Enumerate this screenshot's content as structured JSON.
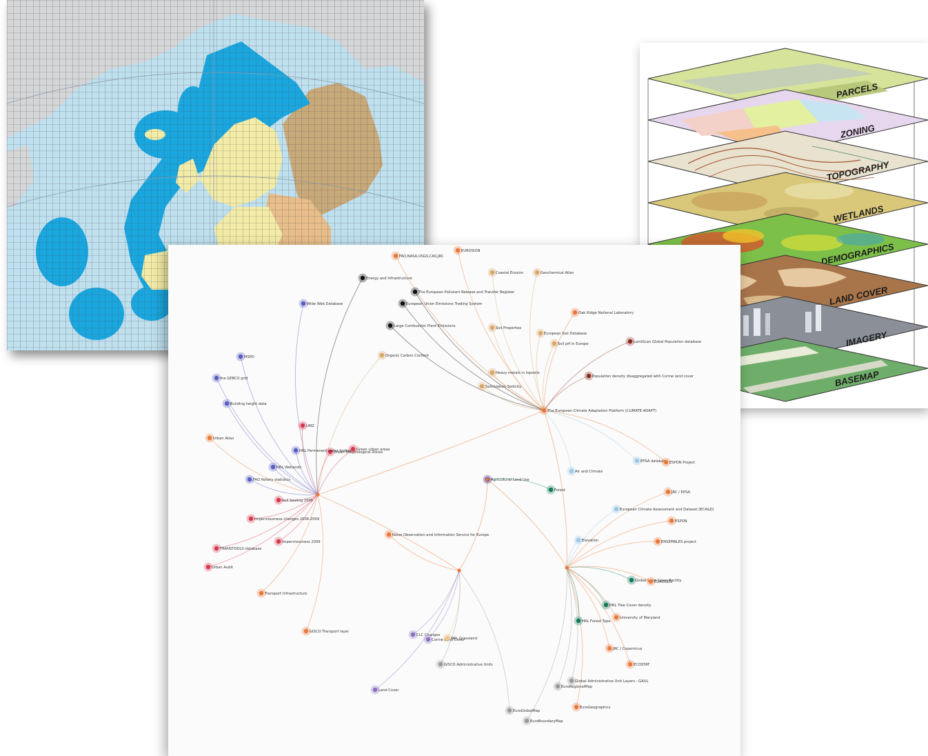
{
  "layers": {
    "items": [
      {
        "label": "PARCELS",
        "color": "#d6e39a"
      },
      {
        "label": "ZONING",
        "color": "#e7d7ee"
      },
      {
        "label": "TOPOGRAPHY",
        "color": "#e9e2cf"
      },
      {
        "label": "WETLANDS",
        "color": "#d9c77a"
      },
      {
        "label": "DEMOGRAPHICS",
        "color": "#7cc04a"
      },
      {
        "label": "LAND COVER",
        "color": "#a8744a"
      },
      {
        "label": "IMAGERY",
        "color": "#8b8f98"
      },
      {
        "label": "BASEMAP",
        "color": "#6fae6a"
      }
    ]
  },
  "network": {
    "nodes": [
      {
        "label": "EUROSION",
        "color": "#e8793a"
      },
      {
        "label": "FAO,NASA,USGS,CAS,JRC",
        "color": "#e8793a"
      },
      {
        "label": "Energy and Infrastructure",
        "color": "#111111"
      },
      {
        "label": "The European Pollutant Release and Transfer Register",
        "color": "#111111"
      },
      {
        "label": "Coastal Erosion",
        "color": "#d9a66a"
      },
      {
        "label": "Geochemical Atlas",
        "color": "#d9a66a"
      },
      {
        "label": "European Union Emissions Trading System",
        "color": "#111111"
      },
      {
        "label": "Large Combustion Plant Emissions",
        "color": "#111111"
      },
      {
        "label": "Soil Properties",
        "color": "#d9a66a"
      },
      {
        "label": "European Soil Database",
        "color": "#d9a66a"
      },
      {
        "label": "Soil pH in Europe",
        "color": "#d9a66a"
      },
      {
        "label": "Organic Carbon Content",
        "color": "#d9a66a"
      },
      {
        "label": "Heavy metals in topsoils",
        "color": "#d9a66a"
      },
      {
        "label": "Salinization Sodicity",
        "color": "#d9a66a"
      },
      {
        "label": "Oak Ridge National Laboratory",
        "color": "#e8793a"
      },
      {
        "label": "LandScan Global Population database",
        "color": "#8b2a1e"
      },
      {
        "label": "Population density disaggregated with Corine land cover",
        "color": "#8b2a1e"
      },
      {
        "label": "The European Climate Adaptation Platform (CLIMATE-ADAPT)",
        "color": "#e8793a"
      },
      {
        "label": "Urban Atlas",
        "color": "#e8793a"
      },
      {
        "label": "Wide Web Database",
        "color": "#5a5ec0"
      },
      {
        "label": "MSPD",
        "color": "#5a5ec0"
      },
      {
        "label": "the GEBCO grid",
        "color": "#5a5ec0"
      },
      {
        "label": "Building height data",
        "color": "#5a5ec0"
      },
      {
        "label": "UMZ",
        "color": "#d8384f"
      },
      {
        "label": "Urban Morphological Zones",
        "color": "#d8384f"
      },
      {
        "label": "Green urban areas",
        "color": "#d8384f"
      },
      {
        "label": "HRL Permanent water bodies",
        "color": "#5a5ec0"
      },
      {
        "label": "HRL Wetlands",
        "color": "#5a5ec0"
      },
      {
        "label": "FAO fishery statistics",
        "color": "#5a5ec0"
      },
      {
        "label": "Soil Sealing 2006",
        "color": "#d8384f"
      },
      {
        "label": "Imperviousness changes 2006-2009",
        "color": "#d8384f"
      },
      {
        "label": "Imperviousness 2009",
        "color": "#d8384f"
      },
      {
        "label": "TRANSTOOLS database",
        "color": "#d8384f"
      },
      {
        "label": "Urban Audit",
        "color": "#d8384f"
      },
      {
        "label": "Transport Infrastructure",
        "color": "#e8793a"
      },
      {
        "label": "GISCO Transport layer",
        "color": "#e8793a"
      },
      {
        "label": "Agricultural Land Use",
        "color": "#3a1a7a"
      },
      {
        "label": "Noise Observation and Information Service for Europe",
        "color": "#e8793a"
      },
      {
        "label": "CLC Changes",
        "color": "#8b6fc0"
      },
      {
        "label": "Corine Land Cover",
        "color": "#8b6fc0"
      },
      {
        "label": "HRL Grassland",
        "color": "#f0c48a"
      },
      {
        "label": "Land Cover",
        "color": "#8b6fc0"
      },
      {
        "label": "GISCO Administrative Units",
        "color": "#999999"
      },
      {
        "label": "Global Administrative Unit Layers - GAUL",
        "color": "#999999"
      },
      {
        "label": "EuroRegionalMap",
        "color": "#999999"
      },
      {
        "label": "EuroBoundaryMap",
        "color": "#999999"
      },
      {
        "label": "EuroGlobalMap",
        "color": "#999999"
      },
      {
        "label": "EuroGeographics",
        "color": "#e8793a"
      },
      {
        "label": "Forest",
        "color": "#0f7a5e"
      },
      {
        "label": "HRL Forest Type",
        "color": "#0f7a5e"
      },
      {
        "label": "HRL Tree Cover density",
        "color": "#0f7a5e"
      },
      {
        "label": "University of Maryland",
        "color": "#e8793a"
      },
      {
        "label": "JRC / Copernicus",
        "color": "#e8793a"
      },
      {
        "label": "Air and Climate",
        "color": "#9cc8e8"
      },
      {
        "label": "EPSA database",
        "color": "#9cc8e8"
      },
      {
        "label": "ESPON Project",
        "color": "#e8793a"
      },
      {
        "label": "European Climate Assessment and Dataset (ECA&D)",
        "color": "#9cc8e8"
      },
      {
        "label": "ENSEMBLES project",
        "color": "#e8793a"
      },
      {
        "label": "ESPON",
        "color": "#e8793a"
      },
      {
        "label": "JRC / EPSA",
        "color": "#e8793a"
      },
      {
        "label": "Elevation",
        "color": "#9cc8e8"
      },
      {
        "label": "Global Land Cover Facility",
        "color": "#0f7a5e"
      },
      {
        "label": "EUROGEN",
        "color": "#e8793a"
      },
      {
        "label": "ECOSTAT",
        "color": "#e8793a"
      }
    ]
  }
}
